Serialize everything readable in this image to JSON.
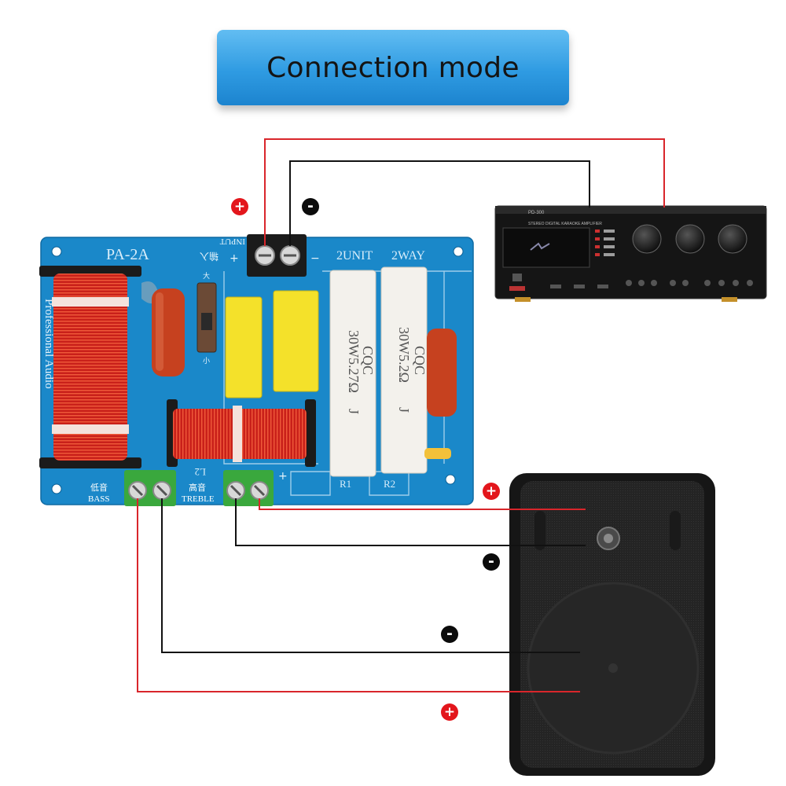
{
  "title": "Connection mode",
  "board": {
    "model": "PA-2A",
    "input_label": "INPUT",
    "input_cn": "输入",
    "brand": "Professional Audio",
    "unit": "2UNIT",
    "way": "2WAY",
    "l2": "L2",
    "r1": "R1",
    "r2": "R2",
    "bass_cn": "低音",
    "bass": "BASS",
    "treble_cn": "高音",
    "treble": "TREBLE",
    "switch_big": "大",
    "switch_small": "小"
  },
  "resistors": [
    {
      "brand": "CQC",
      "rating": "30W5.27Ω",
      "suffix": "J"
    },
    {
      "brand": "CQC",
      "rating": "30W5.2Ω",
      "suffix": "J"
    }
  ],
  "amplifier": {
    "model": "PD-300",
    "subtitle": "STEREO DIGITAL KARAOKE AMPLIFIER"
  },
  "signs": {
    "plus": "+",
    "minus": "-"
  },
  "colors": {
    "positive_wire": "#d9262b",
    "negative_wire": "#111111",
    "board": "#1a88c9",
    "banner": "#2f9be2"
  }
}
